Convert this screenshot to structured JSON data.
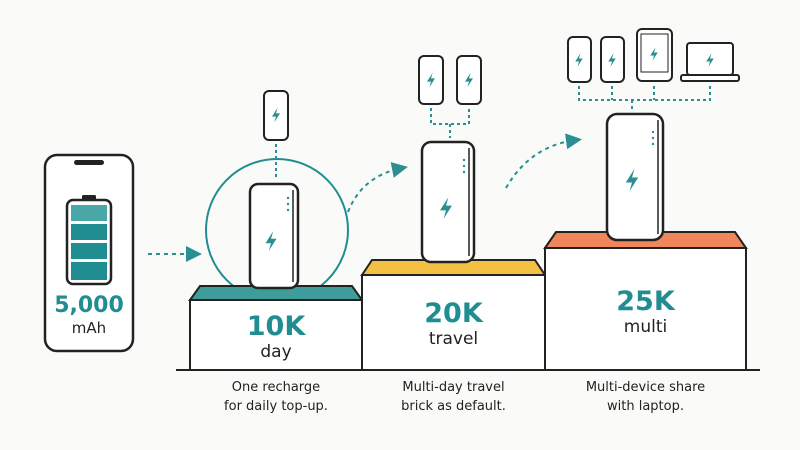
{
  "source": {
    "value": "5,000",
    "unit": "mAh"
  },
  "tiers": [
    {
      "value": "10K",
      "label": "day",
      "caption_line1": "One recharge",
      "caption_line2": "for daily top-up."
    },
    {
      "value": "20K",
      "label": "travel",
      "caption_line1": "Multi-day travel",
      "caption_line2": "brick as default."
    },
    {
      "value": "25K",
      "label": "multi",
      "caption_line1": "Multi-device share",
      "caption_line2": "with laptop."
    }
  ],
  "colors": {
    "teal": "#1f8d92",
    "teal_light": "#4aa7a8",
    "yellow": "#f2c043",
    "orange": "#f0875c",
    "outline": "#222222"
  },
  "icons": [
    "phone-icon",
    "battery-icon",
    "power-bank-icon",
    "bolt-icon",
    "tablet-icon",
    "laptop-icon",
    "arrow-icon"
  ]
}
